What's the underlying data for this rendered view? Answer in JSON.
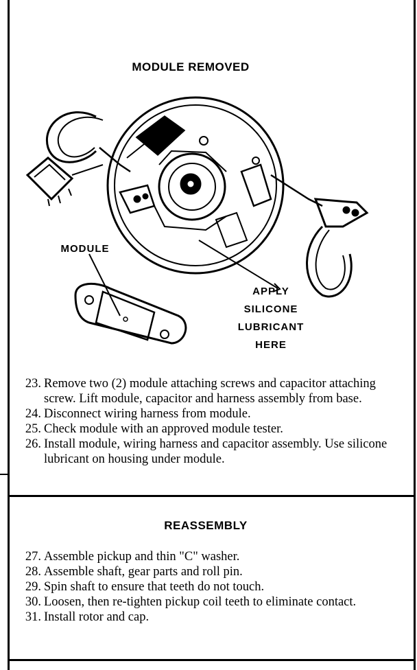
{
  "figure": {
    "title": "MODULE REMOVED",
    "module_label": "MODULE",
    "lubricant_note": [
      "APPLY",
      "SILICONE",
      "LUBRICANT",
      "HERE"
    ]
  },
  "steps_top": [
    {
      "num": "23.",
      "text": "Remove two (2) module attaching screws and capacitor attaching screw. Lift module, capacitor and harness assembly from base."
    },
    {
      "num": "24.",
      "text": "Disconnect wiring harness from module."
    },
    {
      "num": "25.",
      "text": "Check module with an approved module tester."
    },
    {
      "num": "26.",
      "text": "Install module, wiring harness and capacitor assembly. Use silicone lubricant on housing under module."
    }
  ],
  "reassembly": {
    "title": "REASSEMBLY",
    "steps": [
      {
        "num": "27.",
        "text": "Assemble pickup and thin \"C\" washer."
      },
      {
        "num": "28.",
        "text": "Assemble shaft, gear parts and roll pin."
      },
      {
        "num": "29.",
        "text": "Spin shaft to ensure that teeth do not touch."
      },
      {
        "num": "30.",
        "text": "Loosen, then re-tighten pickup coil teeth to eliminate contact."
      },
      {
        "num": "31.",
        "text": "Install rotor and cap."
      }
    ]
  }
}
